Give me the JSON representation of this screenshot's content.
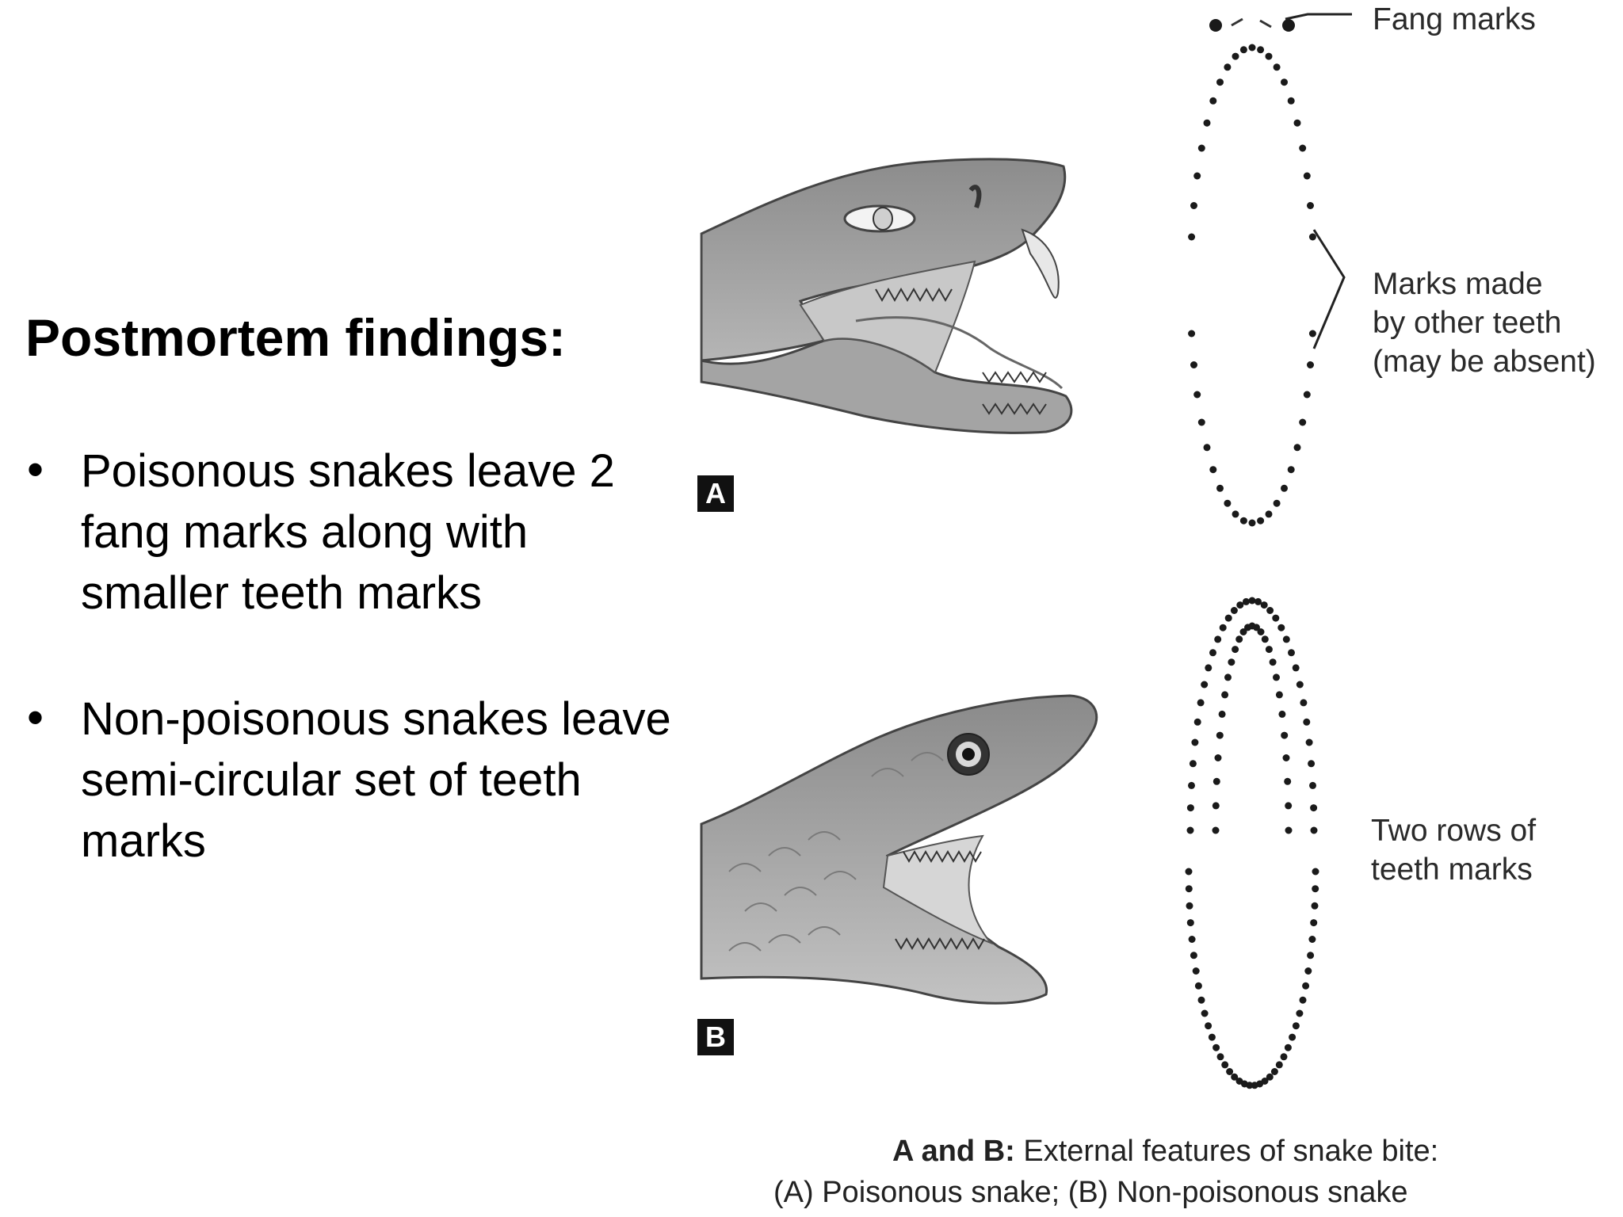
{
  "slide": {
    "heading": "Postmortem findings:",
    "bullets": [
      {
        "marker": "•",
        "text": "Poisonous snakes leave 2 fang marks along with smaller teeth marks"
      },
      {
        "marker": "•",
        "text": "Non-poisonous snakes leave semi-circular set of teeth marks"
      }
    ]
  },
  "figure": {
    "panel_a_label": "A",
    "panel_b_label": "B",
    "annotations": {
      "fang_marks": "Fang marks",
      "other_teeth": [
        "Marks made",
        "by other teeth",
        "(may be absent)"
      ],
      "two_rows": [
        "Two rows of",
        "teeth marks"
      ]
    },
    "caption": {
      "line1_bold": "A and B:",
      "line1_rest": " External features of snake bite:",
      "line2": "(A) Poisonous snake; (B) Non-poisonous snake"
    },
    "colors": {
      "snake_fill": "#9a9a9a",
      "snake_dark": "#6f6f6f",
      "dot": "#1a1a1a"
    }
  }
}
